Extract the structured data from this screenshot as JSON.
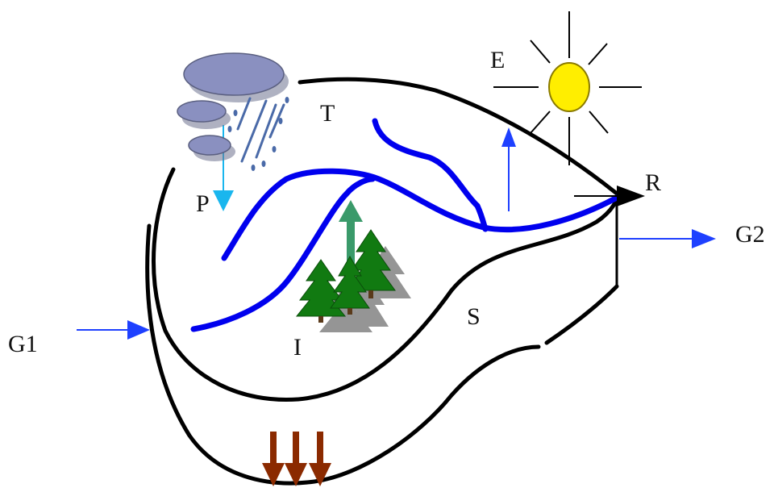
{
  "labels": {
    "evaporation": "E",
    "transpiration": "T",
    "precipitation": "P",
    "runoff": "R",
    "groundwater_out": "G2",
    "groundwater_in": "G1",
    "soil_storage": "S",
    "interception": "I"
  },
  "colors": {
    "boundary": "#000000",
    "river": "#0000ee",
    "flow_arrow": "#1e40ff",
    "precip_arrow": "#19b6ee",
    "sun_fill": "#ffee00",
    "sun_stroke": "#8a7a00",
    "cloud": "#8a90c0",
    "tree_green": "#117a11",
    "tree_shadow": "#8a8a8a",
    "transpiration_arrow": "#3a9a6a",
    "seepage_arrows": "#8b2a00"
  },
  "icons": {
    "sun": "sun-icon",
    "cloud": "rain-cloud-icon",
    "trees": "pine-trees-icon"
  }
}
